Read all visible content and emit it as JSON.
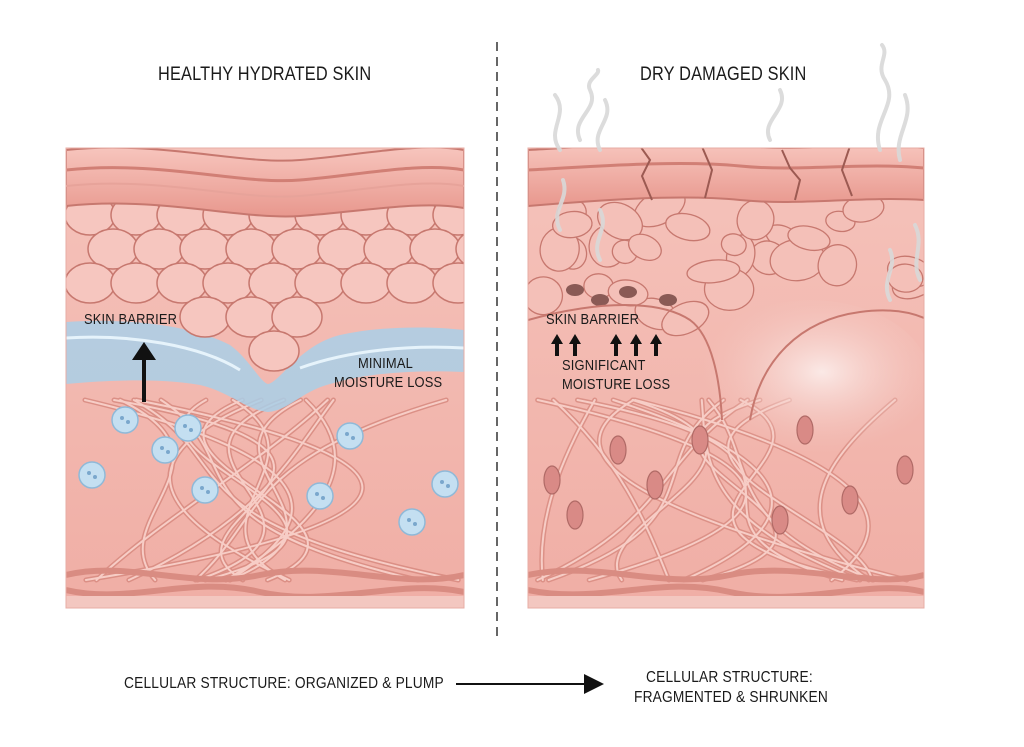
{
  "panels": {
    "left": {
      "title": "HEALTHY HYDRATED SKIN",
      "barrier_label": "SKIN BARRIER",
      "moisture_label_line1": "MINIMAL",
      "moisture_label_line2": "MOISTURE LOSS",
      "caption": "CELLULAR STRUCTURE: ORGANIZED & PLUMP"
    },
    "right": {
      "title": "DRY DAMAGED SKIN",
      "barrier_label": "SKIN BARRIER",
      "moisture_label_line1": "SIGNIFICANT",
      "moisture_label_line2": "MOISTURE LOSS",
      "caption_line1": "CELLULAR STRUCTURE:",
      "caption_line2": "FRAGMENTED & SHRUNKEN"
    }
  },
  "colors": {
    "skin_base": "#f2b4ac",
    "skin_cell": "#f6c6bf",
    "skin_outline": "#c7786f",
    "hydration_blue": "#a9cfe8",
    "droplet_blue": "#c4dff1",
    "damage_brown": "#8a5a55",
    "divider": "#666666"
  },
  "icons": [
    "up-arrow-icon",
    "right-arrow-icon",
    "vapor-icon",
    "droplet-icon"
  ]
}
